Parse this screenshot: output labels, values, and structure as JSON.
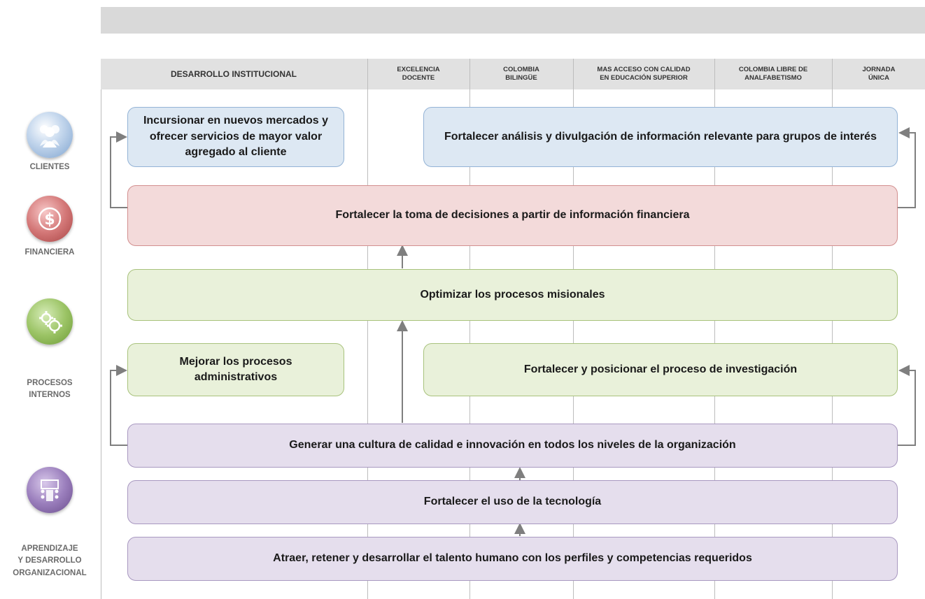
{
  "header": {
    "columns": [
      {
        "label": "DESARROLLO INSTITUCIONAL"
      },
      {
        "label": "EXCELENCIA\nDOCENTE"
      },
      {
        "label": "COLOMBIA\nBILINGÜE"
      },
      {
        "label": "MAS ACCESO  CON CALIDAD\nEN EDUCACIÓN  SUPERIOR"
      },
      {
        "label": "COLOMBIA LIBRE DE\nANALFABETISMO"
      },
      {
        "label": "JORNADA\nÚNICA"
      }
    ]
  },
  "perspectives": [
    {
      "label": "CLIENTES",
      "icon": "clients-icon",
      "color": "#8fb1d8"
    },
    {
      "label": "FINANCIERA",
      "icon": "dollar-icon",
      "color": "#c96a6a"
    },
    {
      "label": "PROCESOS\nINTERNOS",
      "icon": "gears-icon",
      "color": "#8fb65a"
    },
    {
      "label": "APRENDIZAJE\nY DESARROLLO\nORGANIZACIONAL",
      "icon": "meeting-icon",
      "color": "#8c6fa8"
    }
  ],
  "objectives": {
    "clientes_1": "Incursionar en nuevos mercados y ofrecer servicios de mayor valor agregado al cliente",
    "clientes_2": "Fortalecer análisis y divulgación de información relevante para grupos de interés",
    "financiera_1": "Fortalecer la toma de decisiones a partir de información financiera",
    "procesos_1": "Optimizar los procesos misionales",
    "procesos_2": "Mejorar los procesos administrativos",
    "procesos_3": "Fortalecer y posicionar el proceso de investigación",
    "aprendizaje_1": "Generar una cultura de calidad e innovación en todos los niveles de la organización",
    "aprendizaje_2": "Fortalecer el uso de la tecnología",
    "aprendizaje_3": "Atraer, retener y desarrollar el talento humano con los perfiles y competencias requeridos"
  },
  "colors": {
    "clientes": "#dde8f3",
    "financiera": "#f3dada",
    "procesos": "#e9f1da",
    "aprendizaje": "#e5deed",
    "arrow": "#7f7f7f"
  }
}
